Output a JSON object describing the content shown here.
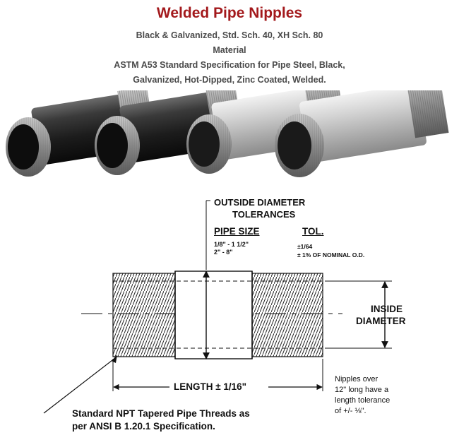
{
  "header": {
    "title": "Welded Pipe Nipples",
    "line1": "Black & Galvanized, Std. Sch. 40, XH Sch. 80",
    "line2": "Material",
    "line3": "ASTM A53 Standard Specification for Pipe Steel, Black,",
    "line4": "Galvanized, Hot-Dipped, Zinc Coated, Welded."
  },
  "photo": {
    "items": [
      "black-pipe-nipple",
      "black-pipe-nipple",
      "galvanized-pipe-nipple",
      "galvanized-pipe-nipple"
    ]
  },
  "diagram": {
    "od_title_line1": "OUTSIDE DIAMETER",
    "od_title_line2": "TOLERANCES",
    "col_pipe_size": "PIPE SIZE",
    "col_tol": "TOL.",
    "row1_size": "1/8\" - 1 1/2\"",
    "row2_size": "2\" - 8\"",
    "row1_tol": "±1/64",
    "row2_tol": "± 1% OF NOMINAL O.D.",
    "inside_line1": "INSIDE",
    "inside_line2": "DIAMETER",
    "length": "LENGTH ± 1/16\"",
    "npt_line1": "Standard NPT Tapered Pipe Threads as",
    "npt_line2": "per ANSI B 1.20.1 Specification.",
    "note_line1": "Nipples over",
    "note_line2": "12\" long have a",
    "note_line3": "length tolerance",
    "note_line4": "of +/- ⅛\"."
  }
}
